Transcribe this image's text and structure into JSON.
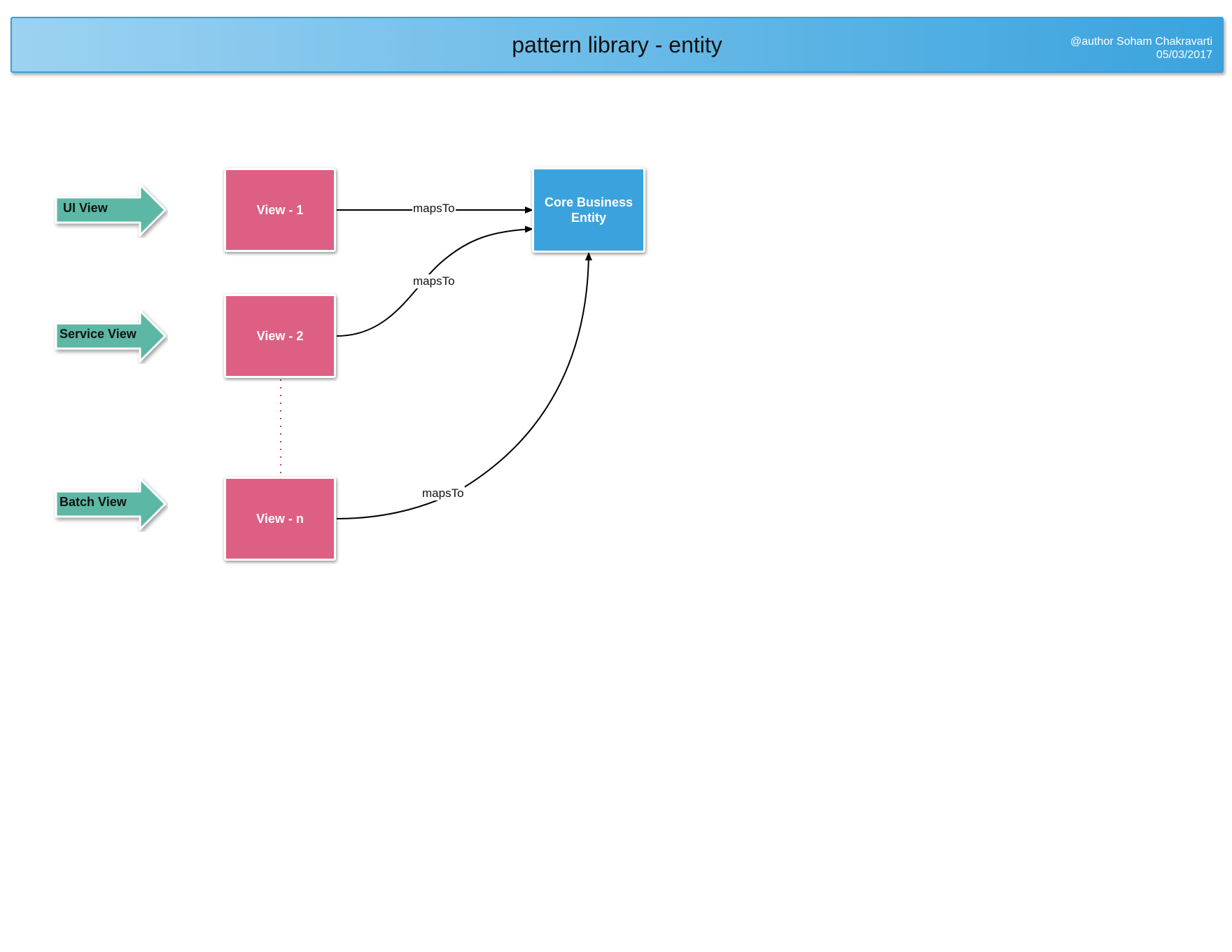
{
  "header": {
    "title": "pattern library - entity",
    "author": "@author Soham Chakravarti",
    "date": "05/03/2017"
  },
  "layers": [
    {
      "label": "UI View"
    },
    {
      "label": "Service View"
    },
    {
      "label": "Batch View"
    }
  ],
  "views": [
    {
      "label": "View - 1"
    },
    {
      "label": "View - 2"
    },
    {
      "label": "View - n"
    }
  ],
  "entity": {
    "label": "Core Business Entity"
  },
  "connectors": [
    {
      "from": "View - 1",
      "to": "Core Business Entity",
      "label": "mapsTo"
    },
    {
      "from": "View - 2",
      "to": "Core Business Entity",
      "label": "mapsTo"
    },
    {
      "from": "View - n",
      "to": "Core Business Entity",
      "label": "mapsTo"
    }
  ],
  "colors": {
    "header_start": "#9dd2f1",
    "header_end": "#3aa3dd",
    "arrow_fill": "#5cb8a5",
    "view_fill": "#de5f84",
    "entity_fill": "#3aa3dd",
    "dotted_link": "#c0396a"
  }
}
